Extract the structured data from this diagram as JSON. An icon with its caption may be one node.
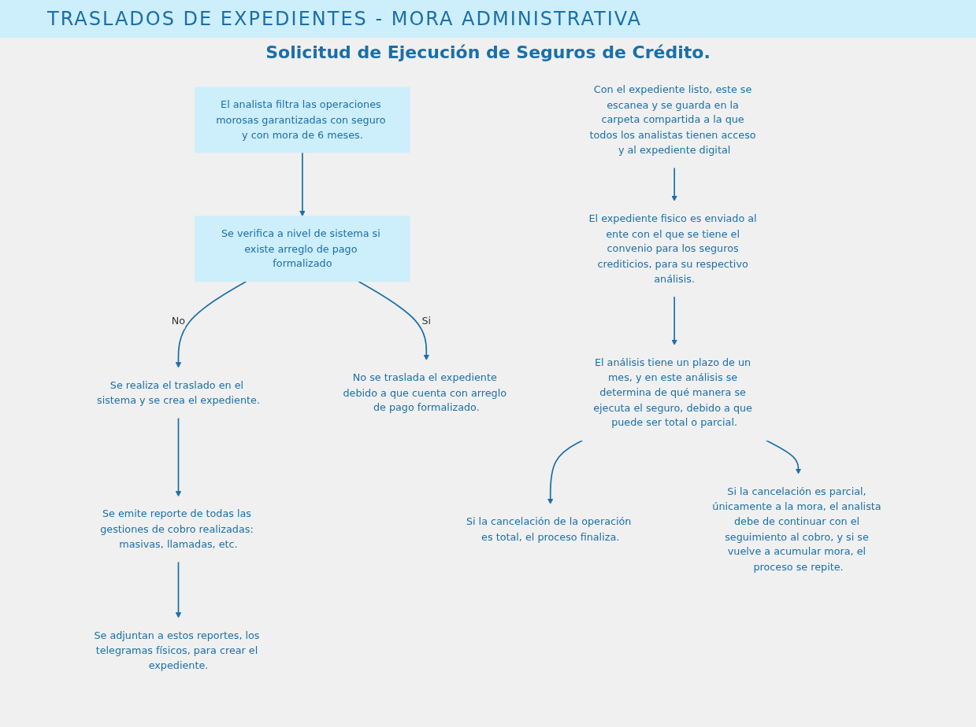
{
  "diagram": {
    "title": "TRASLADOS DE EXPEDIENTES - MORA ADMINISTRATIVA",
    "nodes": [
      {
        "text": [
          "El analista filtra las operaciones morosas garantizadas con seguro y con mora de 6 meses."
        ]
      },
      {
        "text": [
          "Se verifica a nivel de sistema si existe arreglo de pago formalizado"
        ]
      },
      {
        "text": [
          "Se realiza el traslado en el sistema y se crea el expediente."
        ]
      },
      {
        "text": [
          "No se traslada el expediente debido a que cuenta con arreglo de pago formalizado."
        ]
      },
      {
        "text": [
          "Se emite reporte de todas las gestiones de cobro realizadas: masivas, llamadas, etc."
        ]
      },
      {
        "text": [
          "Se adjuntan a estos reportes, los telegramas físicos, para crear el expediente."
        ]
      },
      {
        "text": [
          "Con el expediente listo, este se escanea y se guarda en la carpeta compartida a la que todos los analistas tienen acceso y al expediente digital"
        ]
      },
      {
        "text": [
          "El expediente fisico es enviado al ente con el que se tiene el convenio para los seguros crediticios, para su respectivo análisis."
        ]
      },
      {
        "text": [
          "El análisis tiene un plazo de un mes, y en este análisis se determina de qué manera se ejecuta el seguro, debido a que puede ser total o parcial."
        ]
      },
      {
        "text": [
          "Si la cancelación de la operación es total, el proceso finaliza."
        ]
      },
      {
        "text": [
          "Si la cancelación es parcial, únicamente a la mora, el analista debe de continuar con el seguimiento al cobro, y si se vuelve a acumular mora, el proceso se repite."
        ]
      }
    ],
    "edges": [
      {
        "from": 0,
        "to": 1,
        "arrow": "to"
      },
      {
        "from": 1,
        "to": 2,
        "arrow": "to",
        "label": "No"
      },
      {
        "from": 1,
        "to": 3,
        "arrow": "to",
        "label": "Si"
      },
      {
        "from": 2,
        "to": 4,
        "arrow": "to"
      },
      {
        "from": 4,
        "to": 5,
        "arrow": "to"
      },
      {
        "from": 6,
        "to": 7,
        "arrow": "to"
      },
      {
        "from": 7,
        "to": 8,
        "arrow": "to"
      },
      {
        "from": 8,
        "to": 9,
        "arrow": "to"
      },
      {
        "from": 8,
        "to": 10,
        "arrow": "to"
      }
    ],
    "labels": [
      "Solicitud de Ejecución de Seguros de Crédito."
    ]
  }
}
